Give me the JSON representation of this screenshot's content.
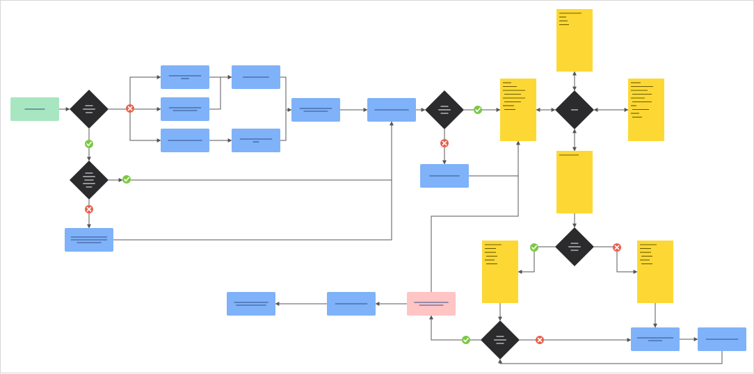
{
  "title": "",
  "colors": {
    "start": "#a8e6c1",
    "process": "#7fb2f8",
    "decision": "#2b2b2e",
    "note": "#fdd835",
    "terminal": "#ffc4c4",
    "connector": "#555555",
    "yes": "#7ac943",
    "no": "#e8604c",
    "placeholder_light": "#ffffff",
    "placeholder_dark": "#3a3a3a"
  },
  "icons": {
    "yes": "check-circle-icon",
    "no": "x-circle-icon"
  },
  "nodes": [
    {
      "id": "start",
      "type": "start",
      "lines": [
        0.5
      ]
    },
    {
      "id": "d1",
      "type": "decision",
      "lines": [
        0.5,
        0.8,
        0.45
      ]
    },
    {
      "id": "d2",
      "type": "decision",
      "lines": [
        0.5,
        0.8,
        0.6,
        0.8,
        0.4
      ]
    },
    {
      "id": "p_left_bottom",
      "type": "process",
      "lines": [
        0.9,
        0.9,
        0.6
      ]
    },
    {
      "id": "p_top_a",
      "type": "process",
      "lines": [
        0.8,
        0.2
      ]
    },
    {
      "id": "p_mid_a",
      "type": "process",
      "lines": [
        0.8,
        0.6
      ]
    },
    {
      "id": "p_bot_a",
      "type": "process",
      "lines": [
        0.85
      ]
    },
    {
      "id": "p_top_b",
      "type": "process",
      "lines": [
        0.65
      ]
    },
    {
      "id": "p_bot_b",
      "type": "process",
      "lines": [
        0.8,
        0.15
      ]
    },
    {
      "id": "p_merge",
      "type": "process",
      "lines": [
        0.8,
        0.6
      ]
    },
    {
      "id": "p_center",
      "type": "process",
      "lines": [
        0.85
      ]
    },
    {
      "id": "d3",
      "type": "decision",
      "lines": [
        0.5,
        0.8,
        0.5
      ]
    },
    {
      "id": "p_no3",
      "type": "process",
      "lines": [
        0.75
      ]
    },
    {
      "id": "note_main",
      "type": "note",
      "lines": [
        0.3,
        0.5,
        0.8,
        0.6,
        0.8,
        0.6,
        0.4,
        0.4
      ]
    },
    {
      "id": "d_hub",
      "type": "decision",
      "lines": [
        0.45
      ]
    },
    {
      "id": "note_top",
      "type": "note",
      "lines": [
        0.8,
        0.25,
        0.3,
        0.35
      ]
    },
    {
      "id": "note_right",
      "type": "note",
      "lines": [
        0.35,
        0.8,
        0.6,
        0.7,
        0.5,
        0.7,
        0.2,
        0.6,
        0.3,
        0.35
      ]
    },
    {
      "id": "note_bottom",
      "type": "note",
      "lines": [
        0.7
      ]
    },
    {
      "id": "d5",
      "type": "decision",
      "lines": [
        0.5,
        0.8,
        0.5
      ]
    },
    {
      "id": "note_l5",
      "type": "note",
      "lines": [
        0.6,
        0.4,
        0.4,
        0.4,
        0.35,
        0.4
      ]
    },
    {
      "id": "note_r5",
      "type": "note",
      "lines": [
        0.6,
        0.4,
        0.4,
        0.4,
        0.35,
        0.4
      ]
    },
    {
      "id": "d6",
      "type": "decision",
      "lines": [
        0.5,
        0.8,
        0.5
      ]
    },
    {
      "id": "p_red",
      "type": "terminal",
      "lines": [
        0.85,
        0.6
      ]
    },
    {
      "id": "p_low_mid",
      "type": "process",
      "lines": [
        0.8
      ]
    },
    {
      "id": "p_low_left",
      "type": "process",
      "lines": [
        0.85,
        0.75
      ]
    },
    {
      "id": "p_r6a",
      "type": "process",
      "lines": [
        0.9,
        0.35
      ]
    },
    {
      "id": "p_r6b",
      "type": "process",
      "lines": [
        0.8
      ]
    }
  ],
  "badges": [
    {
      "id": "b1",
      "kind": "no"
    },
    {
      "id": "b2",
      "kind": "yes"
    },
    {
      "id": "b3",
      "kind": "yes"
    },
    {
      "id": "b4",
      "kind": "no"
    },
    {
      "id": "b5",
      "kind": "yes"
    },
    {
      "id": "b6",
      "kind": "no"
    },
    {
      "id": "b7",
      "kind": "yes"
    },
    {
      "id": "b8",
      "kind": "no"
    },
    {
      "id": "b9",
      "kind": "yes"
    },
    {
      "id": "b10",
      "kind": "no"
    }
  ]
}
